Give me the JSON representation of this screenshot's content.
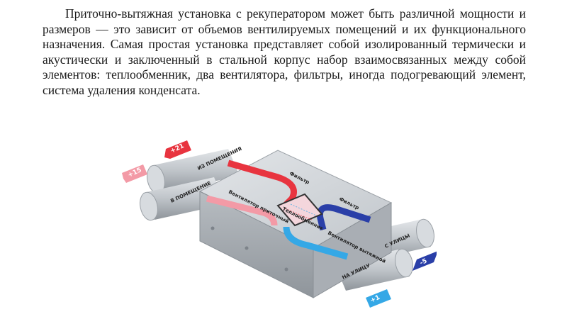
{
  "text": {
    "paragraph": "Приточно-вытяжная установка с рекуператором может быть различной мощности и размеров — это зависит от объемов вентилируемых помещений и их функционального назначения. Самая простая установка представляет собой изолированный термически и акустически и заключенный в стальной корпус набор взаимосвязанных между собой элементов: теплообменник, два вентилятора, фильтры, иногда подогревающий элемент, система удаления конденсата."
  },
  "diagram": {
    "pipe_labels": {
      "from_room": "ИЗ ПОМЕЩЕНИЯ",
      "to_room": "В ПОМЕЩЕНИЕ",
      "from_street": "С УЛИЦЫ",
      "to_street": "НА УЛИЦУ"
    },
    "component_labels": {
      "supply_fan": "Вентилятор приточный",
      "exhaust_fan": "Вентилятор вытяжной",
      "heat_exchanger": "Теплообменник",
      "filter_top": "Фильтр",
      "filter_right": "Фильтр"
    },
    "temperatures": {
      "from_room": "+21",
      "to_room": "+15",
      "from_street": "-5",
      "to_street": "+1"
    },
    "colors": {
      "warm": "#e8343f",
      "warm_light": "#f39aa6",
      "cold": "#2a3fa8",
      "cold_light": "#35a8e6",
      "body": "#c9cdd2",
      "pipe": "#b9bec4"
    }
  }
}
